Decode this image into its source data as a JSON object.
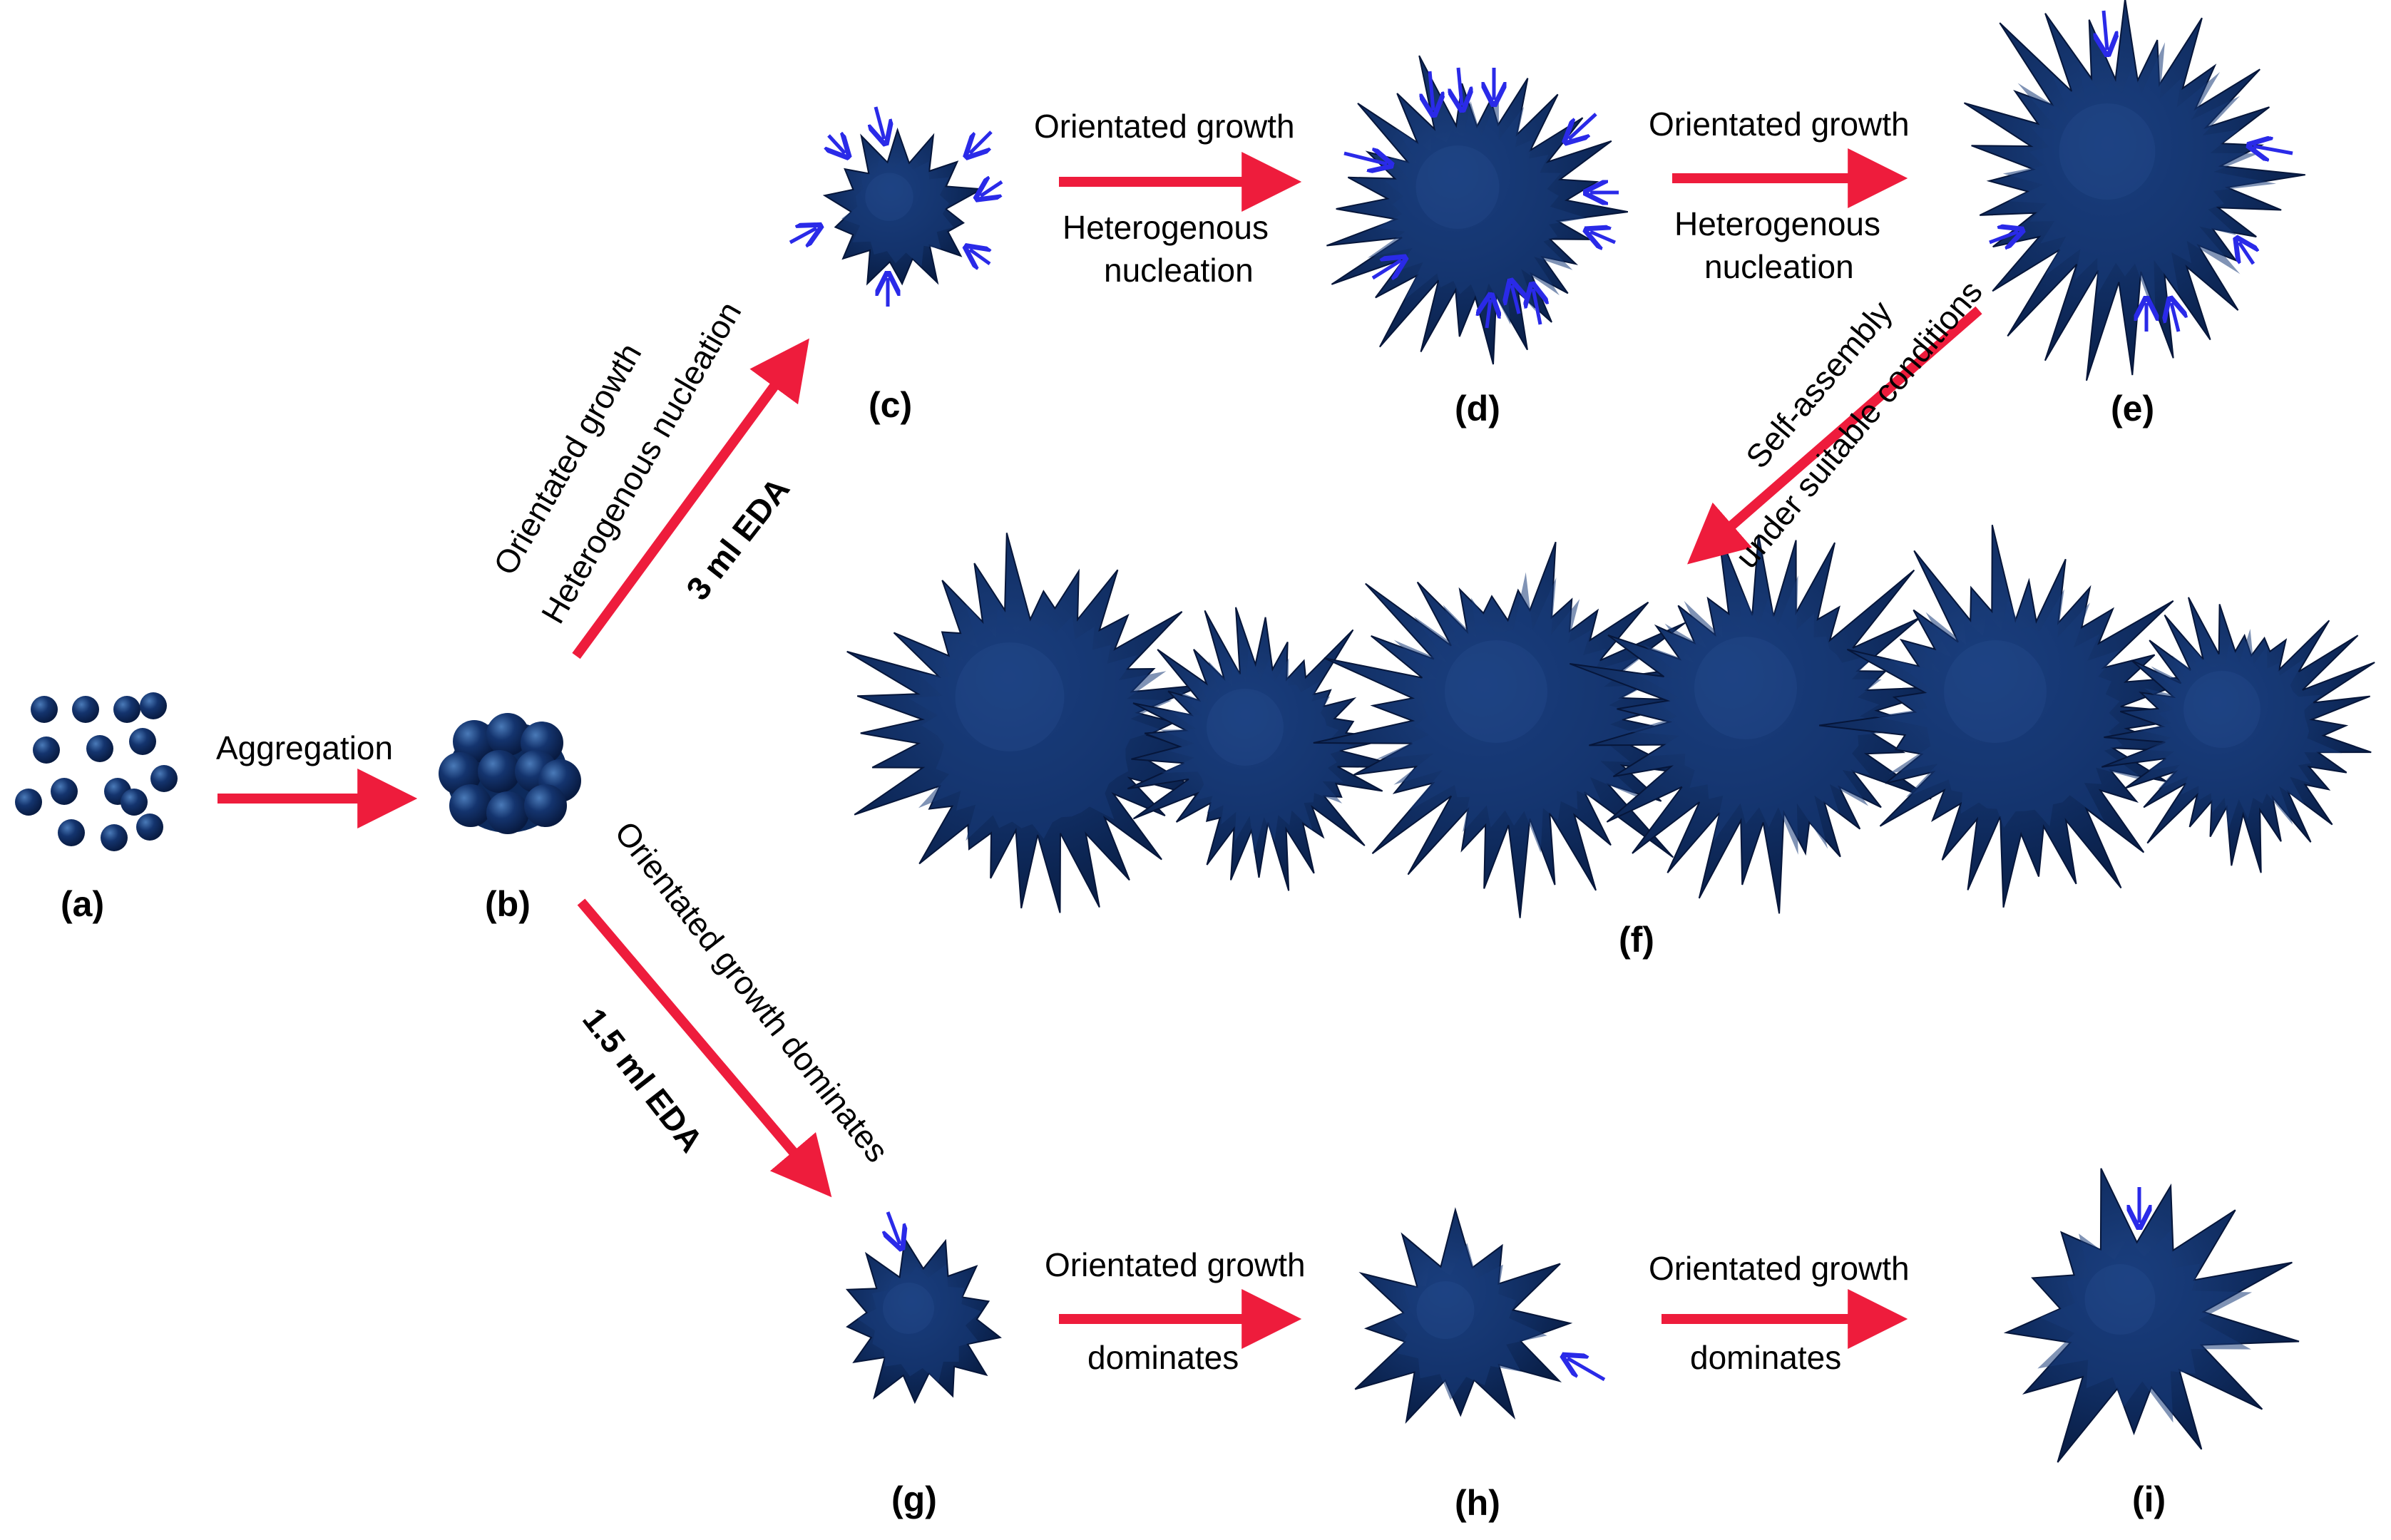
{
  "colors": {
    "particle": "#0d2a5c",
    "particle_highlight": "#3a6aa8",
    "arrow_red": "#ee1c3c",
    "arrow_blue": "#2a2ae8",
    "text": "#000000"
  },
  "labels": {
    "aggregation": "Aggregation",
    "ab_top": "Orientated growth",
    "ab_mid": "Heterogenous nucleation",
    "eda3": "3 ml EDA",
    "cd_top": "Orientated growth",
    "cd_bot1": "Heterogenous",
    "cd_bot2": "nucleation",
    "de_top": "Orientated growth",
    "de_bot1": "Heterogenous",
    "de_bot2": "nucleation",
    "ef_top": "Self-assembly",
    "ef_bot": "under suitable conditions",
    "bg_top": "Orientated growth dominates",
    "eda15": "1.5 ml EDA",
    "gh_top": "Orientated growth",
    "gh_bot": "dominates",
    "hi_top": "Orientated growth",
    "hi_bot": "dominates"
  },
  "panels": {
    "a": "(a)",
    "b": "(b)",
    "c": "(c)",
    "d": "(d)",
    "e": "(e)",
    "f": "(f)",
    "g": "(g)",
    "h": "(h)",
    "i": "(i)"
  }
}
